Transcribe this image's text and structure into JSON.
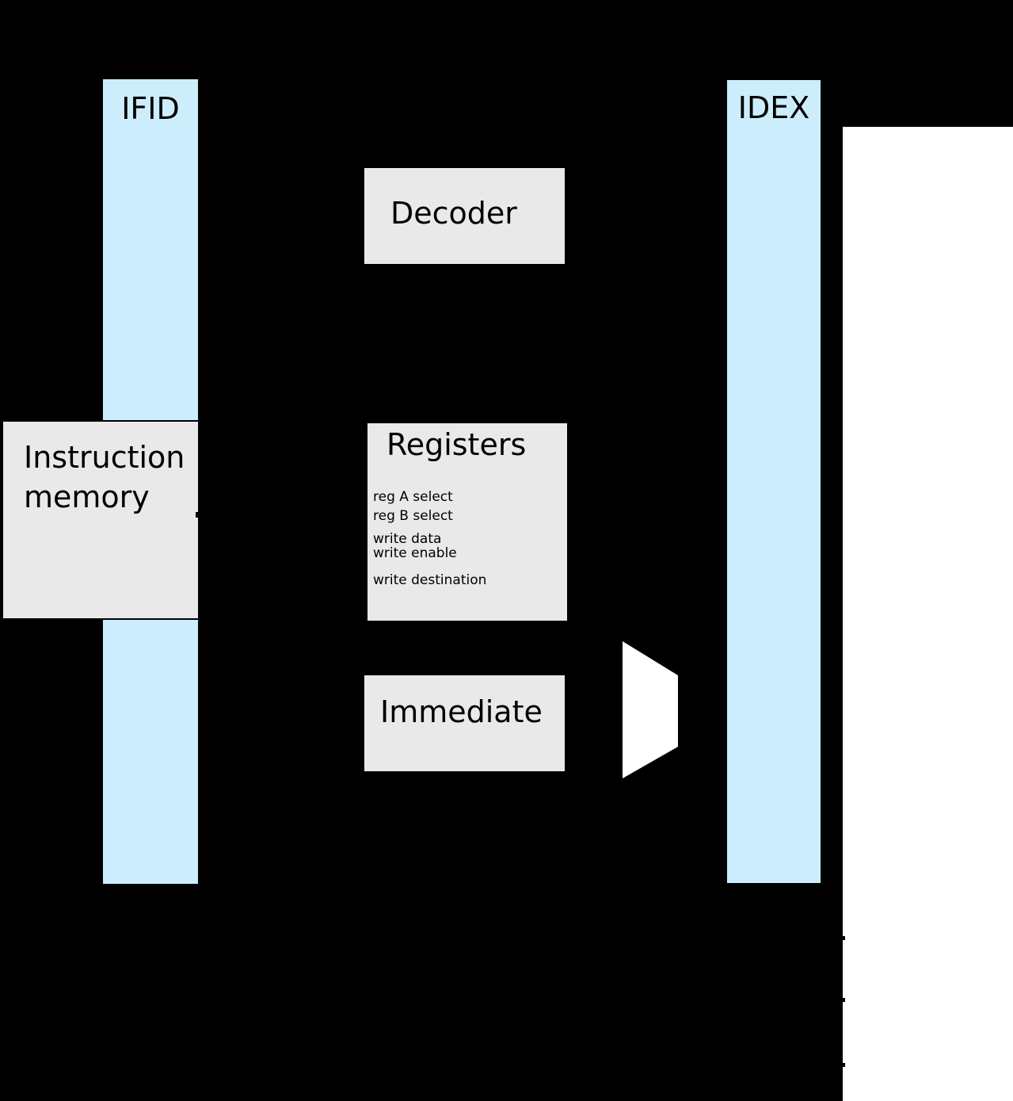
{
  "colors": {
    "background": "#000000",
    "pipeline_register_fill": "#cceefc",
    "block_fill": "#e9e9e9",
    "stage_background": "#ffffff",
    "text": "#000000"
  },
  "pipeline_registers": {
    "ifid": {
      "label": "IFID"
    },
    "idex": {
      "label": "IDEX"
    }
  },
  "blocks": {
    "instruction_memory": {
      "label": "Instruction\nmemory"
    },
    "decoder": {
      "label": "Decoder"
    },
    "registers": {
      "label": "Registers",
      "ports": [
        "reg A select",
        "reg B select",
        "write data",
        "write enable",
        "write destination"
      ]
    },
    "immediate": {
      "label": "Immediate"
    }
  },
  "shapes": {
    "mux": "multiplexer"
  }
}
